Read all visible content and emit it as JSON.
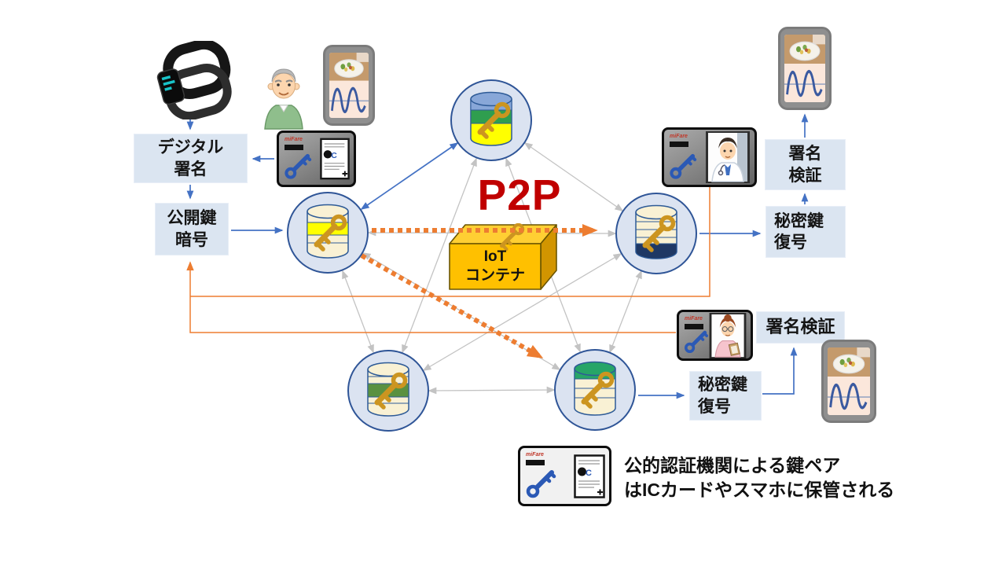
{
  "p2p_label": "P2P",
  "boxes": {
    "digital_signature": {
      "line1": "デジタル",
      "line2": "署名"
    },
    "public_key_encryption": {
      "line1": "公開鍵",
      "line2": "暗号"
    },
    "signature_verification_top": {
      "line1": "署名",
      "line2": "検証"
    },
    "private_key_decryption_top": {
      "line1": "秘密鍵",
      "line2": "復号"
    },
    "signature_verification_bottom": {
      "label": "署名検証"
    },
    "private_key_decryption_bottom": {
      "line1": "秘密鍵",
      "line2": "復号"
    },
    "iot_container": {
      "line1": "IoT",
      "line2": "コンテナ"
    }
  },
  "legend": {
    "line1": "公的認証機関による鍵ペア",
    "line2": "はICカードやスマホに保管される"
  },
  "smartcard": {
    "logo": "miFare",
    "cert_letter": "C"
  },
  "colors": {
    "p2p_red": "#c00000",
    "arrow_blue": "#4472c4",
    "wire_gray": "#c3c3c3",
    "orange": "#ed7d31",
    "container_yellow": "#ffc000",
    "node_fill": "#dbe3f1",
    "node_border": "#2f5597",
    "box_fill": "#dbe5f1",
    "key_gold": "#cc9520",
    "key_blue": "#2b59b5"
  }
}
